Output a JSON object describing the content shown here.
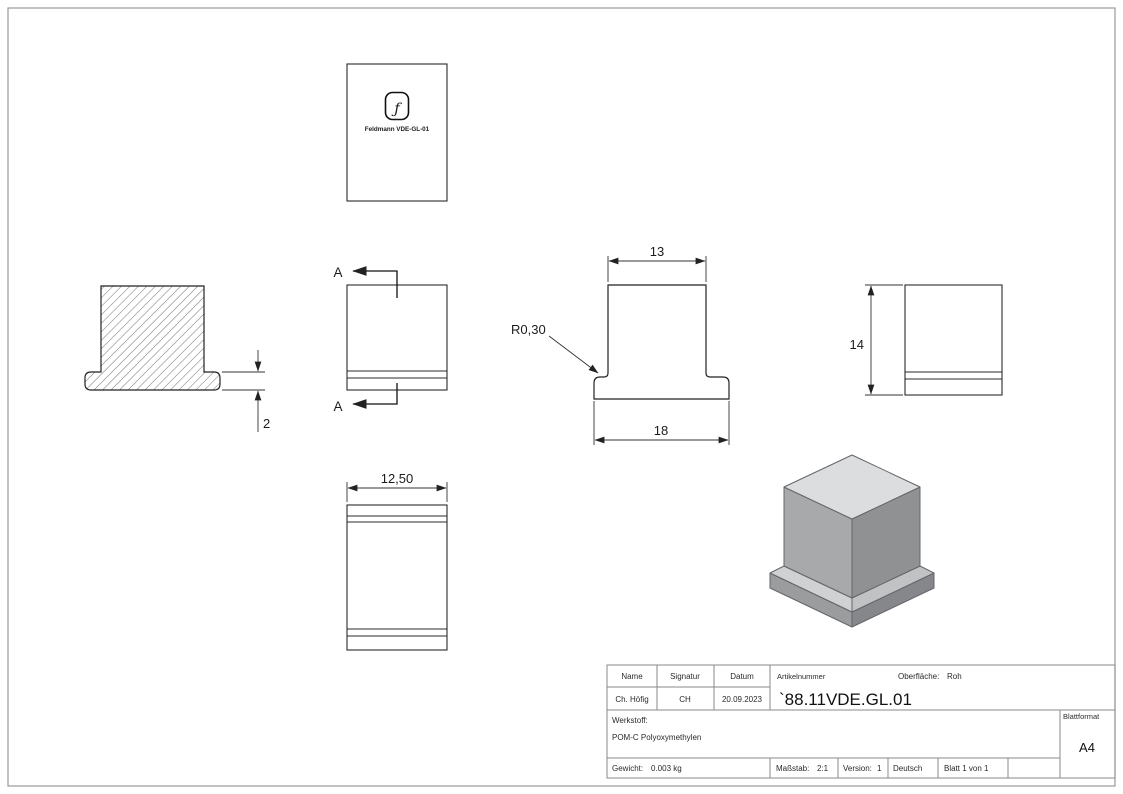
{
  "brand": {
    "logo_letter": "ƒ",
    "name": "Feldmann VDE-GL-01"
  },
  "section": {
    "top_label": "A",
    "bottom_label": "A"
  },
  "dims": {
    "flange_thickness": "2",
    "top_width": "13",
    "base_width": "18",
    "height": "14",
    "depth": "12,50",
    "fillet": "R0,30"
  },
  "titleblock": {
    "name_label": "Name",
    "signatur_label": "Signatur",
    "datum_label": "Datum",
    "name_value": "Ch. Höfig",
    "signatur_value": "CH",
    "datum_value": "20.09.2023",
    "artikelnummer_label": "Artikelnummer",
    "artikelnummer_value": "`88.11VDE.GL.01",
    "oberflaeche_label": "Oberfläche:",
    "oberflaeche_value": "Roh",
    "werkstoff_label": "Werkstoff:",
    "werkstoff_value": "POM-C Polyoxymethylen",
    "blattformat_label": "Blattformat",
    "blattformat_value": "A4",
    "gewicht_label": "Gewicht:",
    "gewicht_value": "0.003 kg",
    "massstab_label": "Maßstab:",
    "massstab_value": "2:1",
    "version_label": "Version:",
    "version_value": "1",
    "sprache_value": "Deutsch",
    "blatt_value": "Blatt 1 von 1"
  }
}
